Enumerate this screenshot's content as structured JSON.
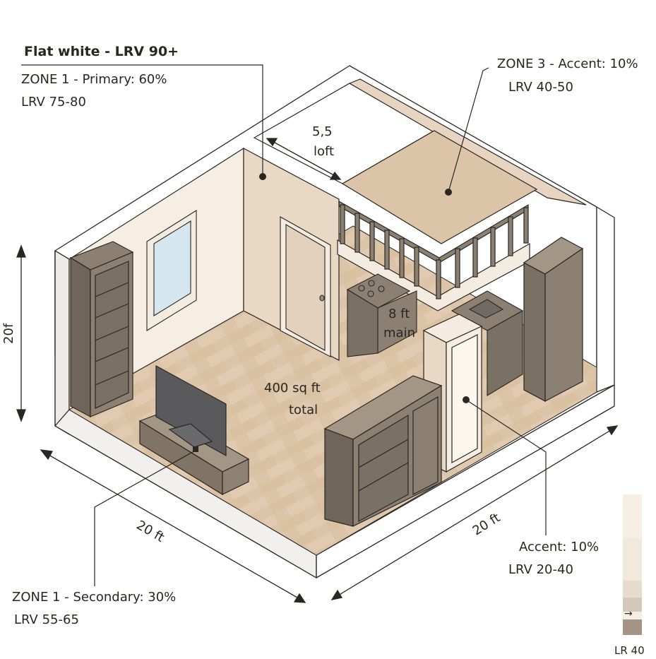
{
  "annotations": {
    "flat_white": "Flat white - LRV 90+",
    "zone1_primary": {
      "title": "ZONE 1 - Primary: 60%",
      "lrv": "LRV 75-80"
    },
    "zone3_accent": {
      "title": "ZONE 3 - Accent: 10%",
      "lrv": "LRV 40-50"
    },
    "zone1_secondary": {
      "title": "ZONE 1 - Secondary: 30%",
      "lrv": "LRV 55-65"
    },
    "accent": {
      "title": "Accent: 10%",
      "lrv": "LRV 20-40"
    }
  },
  "dimensions": {
    "height_left": "20f",
    "width_front_left": "20 ft",
    "width_front_right": "20 ft",
    "loft_depth": "5,5",
    "loft_label": "loft",
    "main_height": "8 ft",
    "main_label": "main",
    "area": "400 sq ft",
    "area_label": "total"
  },
  "swatch_strip": {
    "label": "LR 40",
    "colors": [
      "#f5efe4",
      "#f1e9dc",
      "#e6dccd",
      "#d3c8ba",
      "#a59484"
    ],
    "arrow": "→"
  },
  "colors": {
    "outer_wall": "#ffffff",
    "wall_edge": "#e8e4df",
    "wall_primary": "#f6eee2",
    "wall_secondary": "#e7d5c2",
    "floor": "#dcc4a8",
    "floor_light": "#e6d3bb",
    "cabinet": "#8c8073",
    "cabinet_dark": "#6f655a",
    "trim": "#f4ece0",
    "window_glass": "#d6e6ef",
    "tv": "#5a5a5c",
    "ink": "#2a2622"
  }
}
